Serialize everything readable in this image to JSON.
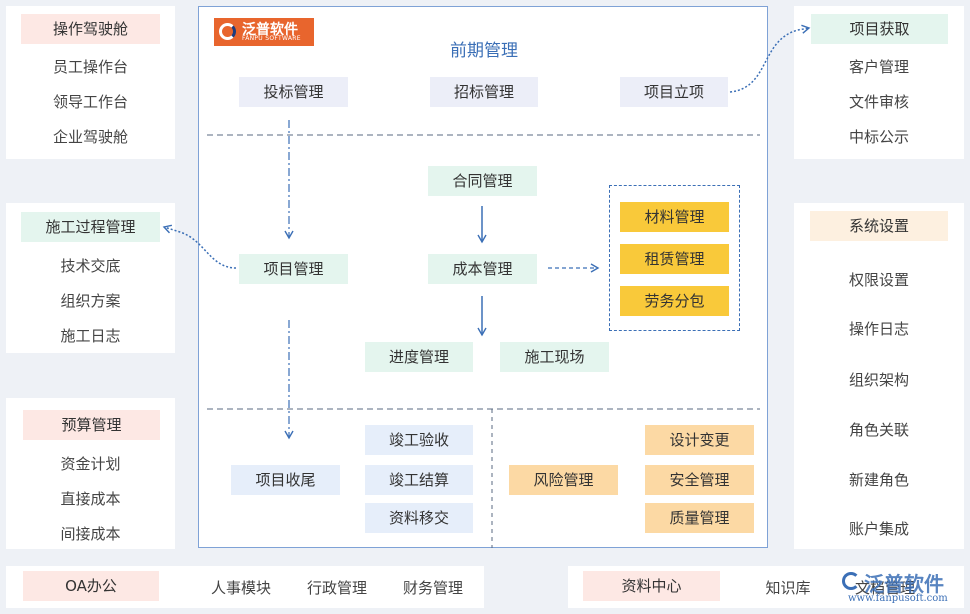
{
  "left_top": {
    "title": "操作驾驶舱",
    "items": [
      "员工操作台",
      "领导工作台",
      "企业驾驶舱"
    ]
  },
  "left_mid": {
    "title": "施工过程管理",
    "items": [
      "技术交底",
      "组织方案",
      "施工日志"
    ]
  },
  "left_bottom": {
    "title": "预算管理",
    "items": [
      "资金计划",
      "直接成本",
      "间接成本"
    ]
  },
  "right_top": {
    "title": "项目获取",
    "items": [
      "客户管理",
      "文件审核",
      "中标公示"
    ]
  },
  "right_bottom": {
    "title": "系统设置",
    "items": [
      "权限设置",
      "操作日志",
      "组织架构",
      "角色关联",
      "新建角色",
      "账户集成"
    ]
  },
  "bottom_left": {
    "title": "OA办公",
    "items": [
      "人事模块",
      "行政管理",
      "财务管理"
    ]
  },
  "bottom_right": {
    "title": "资料中心",
    "items": [
      "知识库",
      "文档管理"
    ]
  },
  "center": {
    "logo_cn": "泛普软件",
    "logo_en": "FANPU SOFTWARE",
    "title": "前期管理",
    "row1": [
      "投标管理",
      "招标管理",
      "项目立项"
    ],
    "contract": "合同管理",
    "project": "项目管理",
    "cost": "成本管理",
    "side_group": [
      "材料管理",
      "租赁管理",
      "劳务分包"
    ],
    "progress": "进度管理",
    "site": "施工现场",
    "closing": "项目收尾",
    "closing_group": [
      "竣工验收",
      "竣工结算",
      "资料移交"
    ],
    "risk": "风险管理",
    "right_group": [
      "设计变更",
      "安全管理",
      "质量管理"
    ]
  },
  "watermark": {
    "name": "泛普软件",
    "url": "www.fanpusoft.com"
  },
  "colors": {
    "accent": "#3b6fb6",
    "border": "#7fa2d6",
    "yellow": "#f9c93a",
    "orange": "#fcd9a4"
  }
}
